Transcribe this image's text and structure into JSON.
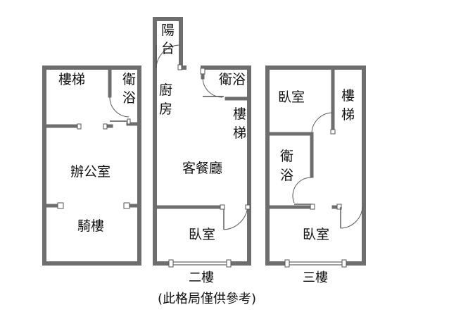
{
  "floor_1": {
    "stairs": "樓梯",
    "bath": [
      "衛",
      "浴"
    ],
    "office": "辦公室",
    "arcade": "騎樓"
  },
  "floor_2": {
    "balcony": [
      "陽",
      "台"
    ],
    "kitchen": [
      "廚",
      "房"
    ],
    "bath": "衛浴",
    "stairs": [
      "樓",
      "梯"
    ],
    "living_dining": "客餐廳",
    "bedroom": "臥室",
    "caption": "二樓"
  },
  "floor_3": {
    "bedroom_top": "臥室",
    "stairs": [
      "樓",
      "梯"
    ],
    "bath": [
      "衛",
      "浴"
    ],
    "bedroom_bottom": "臥室",
    "caption": "三樓"
  },
  "note": "(此格局僅供參考)"
}
